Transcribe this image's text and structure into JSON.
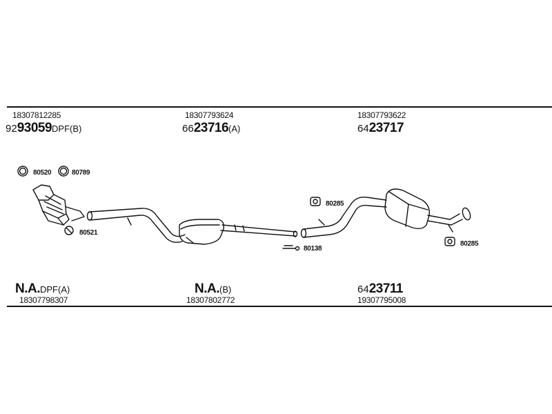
{
  "top_parts": [
    {
      "number": "18307812285",
      "ref_prefix": "92",
      "ref_main": "93059",
      "ref_suffix": "DPF(B)"
    },
    {
      "number": "18307793624",
      "ref_prefix": "66",
      "ref_main": "23716",
      "ref_suffix": "(A)"
    },
    {
      "number": "18307793622",
      "ref_prefix": "64",
      "ref_main": "23717",
      "ref_suffix": ""
    }
  ],
  "bottom_parts": [
    {
      "ref_main": "N.A.",
      "ref_suffix": "DPF(A)",
      "ref_prefix": "",
      "number": "18307798307"
    },
    {
      "ref_main": "N.A.",
      "ref_suffix": "(B)",
      "ref_prefix": "",
      "number": "18307802772"
    },
    {
      "ref_prefix": "64",
      "ref_main": "23711",
      "ref_suffix": "",
      "number": "19307795008"
    }
  ],
  "callouts": {
    "c80520": "80520",
    "c80789": "80789",
    "c80521": "80521",
    "c80285a": "80285",
    "c80138": "80138",
    "c80285b": "80285"
  }
}
